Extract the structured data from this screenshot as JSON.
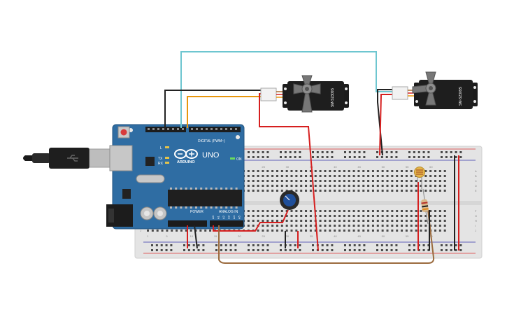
{
  "arduino": {
    "brand": "ARDUINO",
    "model": "UNO",
    "digital_label": "DIGITAL (PWM~)",
    "power_label": "POWER",
    "analog_label": "ANALOG IN",
    "on_label": "ON",
    "tx_label": "TX",
    "rx_label": "RX",
    "l_label": "L",
    "analog_pins": [
      "A0",
      "A1",
      "A2",
      "A3",
      "A4",
      "A5"
    ]
  },
  "servos": [
    {
      "model": "SM-S2309S"
    },
    {
      "model": "SM-S2309S"
    }
  ],
  "breadboard": {
    "row_letters_top": [
      "A",
      "B",
      "C",
      "D",
      "E"
    ],
    "row_letters_bottom": [
      "F",
      "G",
      "H",
      "I",
      "J"
    ],
    "column_numbers": [
      "1",
      "5",
      "10",
      "15",
      "20",
      "25",
      "30",
      "35",
      "40",
      "45",
      "50",
      "55",
      "60"
    ]
  },
  "colors": {
    "board_blue": "#2f6da3",
    "breadboard": "#e6e6e6",
    "wire_cyan": "#6ec6d0",
    "wire_orange": "#e8960c",
    "wire_red": "#d61f1f",
    "wire_black": "#222222",
    "wire_brown": "#9b6b3e"
  }
}
